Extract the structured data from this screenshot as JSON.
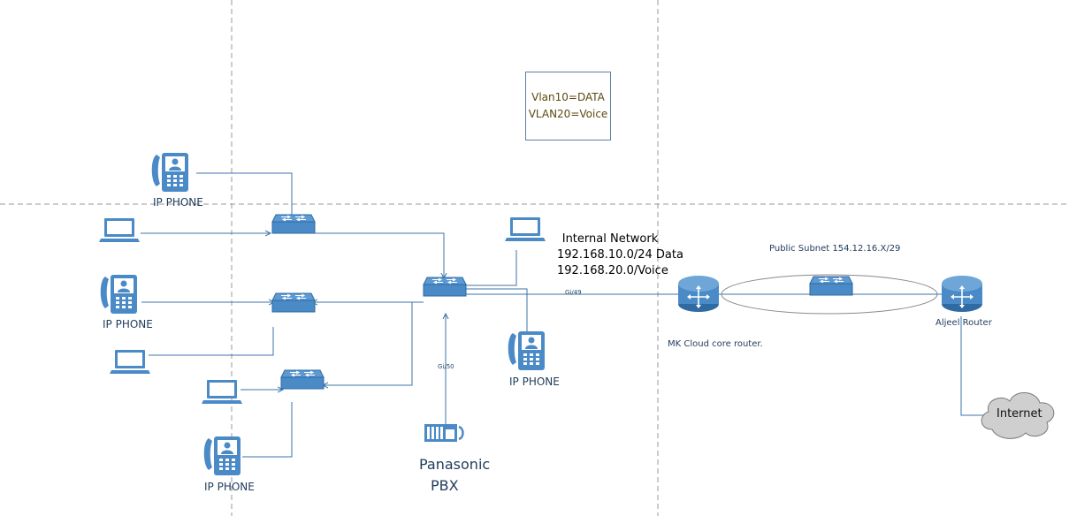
{
  "legend": {
    "line1": "Vlan10=DATA",
    "line2": "VLAN20=Voice"
  },
  "internal_network": {
    "title": "Internal Network",
    "subnet_data": "192.168.10.0/24 Data",
    "subnet_voice": "192.168.20.0/Voice"
  },
  "public_subnet": "Public Subnet 154.12.16.X/29",
  "core_router": "MK Cloud core router.",
  "edge_router": "Aljeel Router",
  "internet": "Internet",
  "pbx": {
    "line1": "Panasonic",
    "line2": "PBX"
  },
  "ports": {
    "uplink": "Gi/49",
    "pbx": "Gi/50"
  },
  "phone_labels": [
    "IP PHONE",
    "IP PHONE",
    "IP PHONE",
    "IP PHONE"
  ],
  "colors": {
    "device": "#4a8ac6",
    "device_dark": "#2f6aa3",
    "line": "#3b73a8",
    "cloud": "#cfcfcf",
    "dash": "#9a9a9a"
  }
}
